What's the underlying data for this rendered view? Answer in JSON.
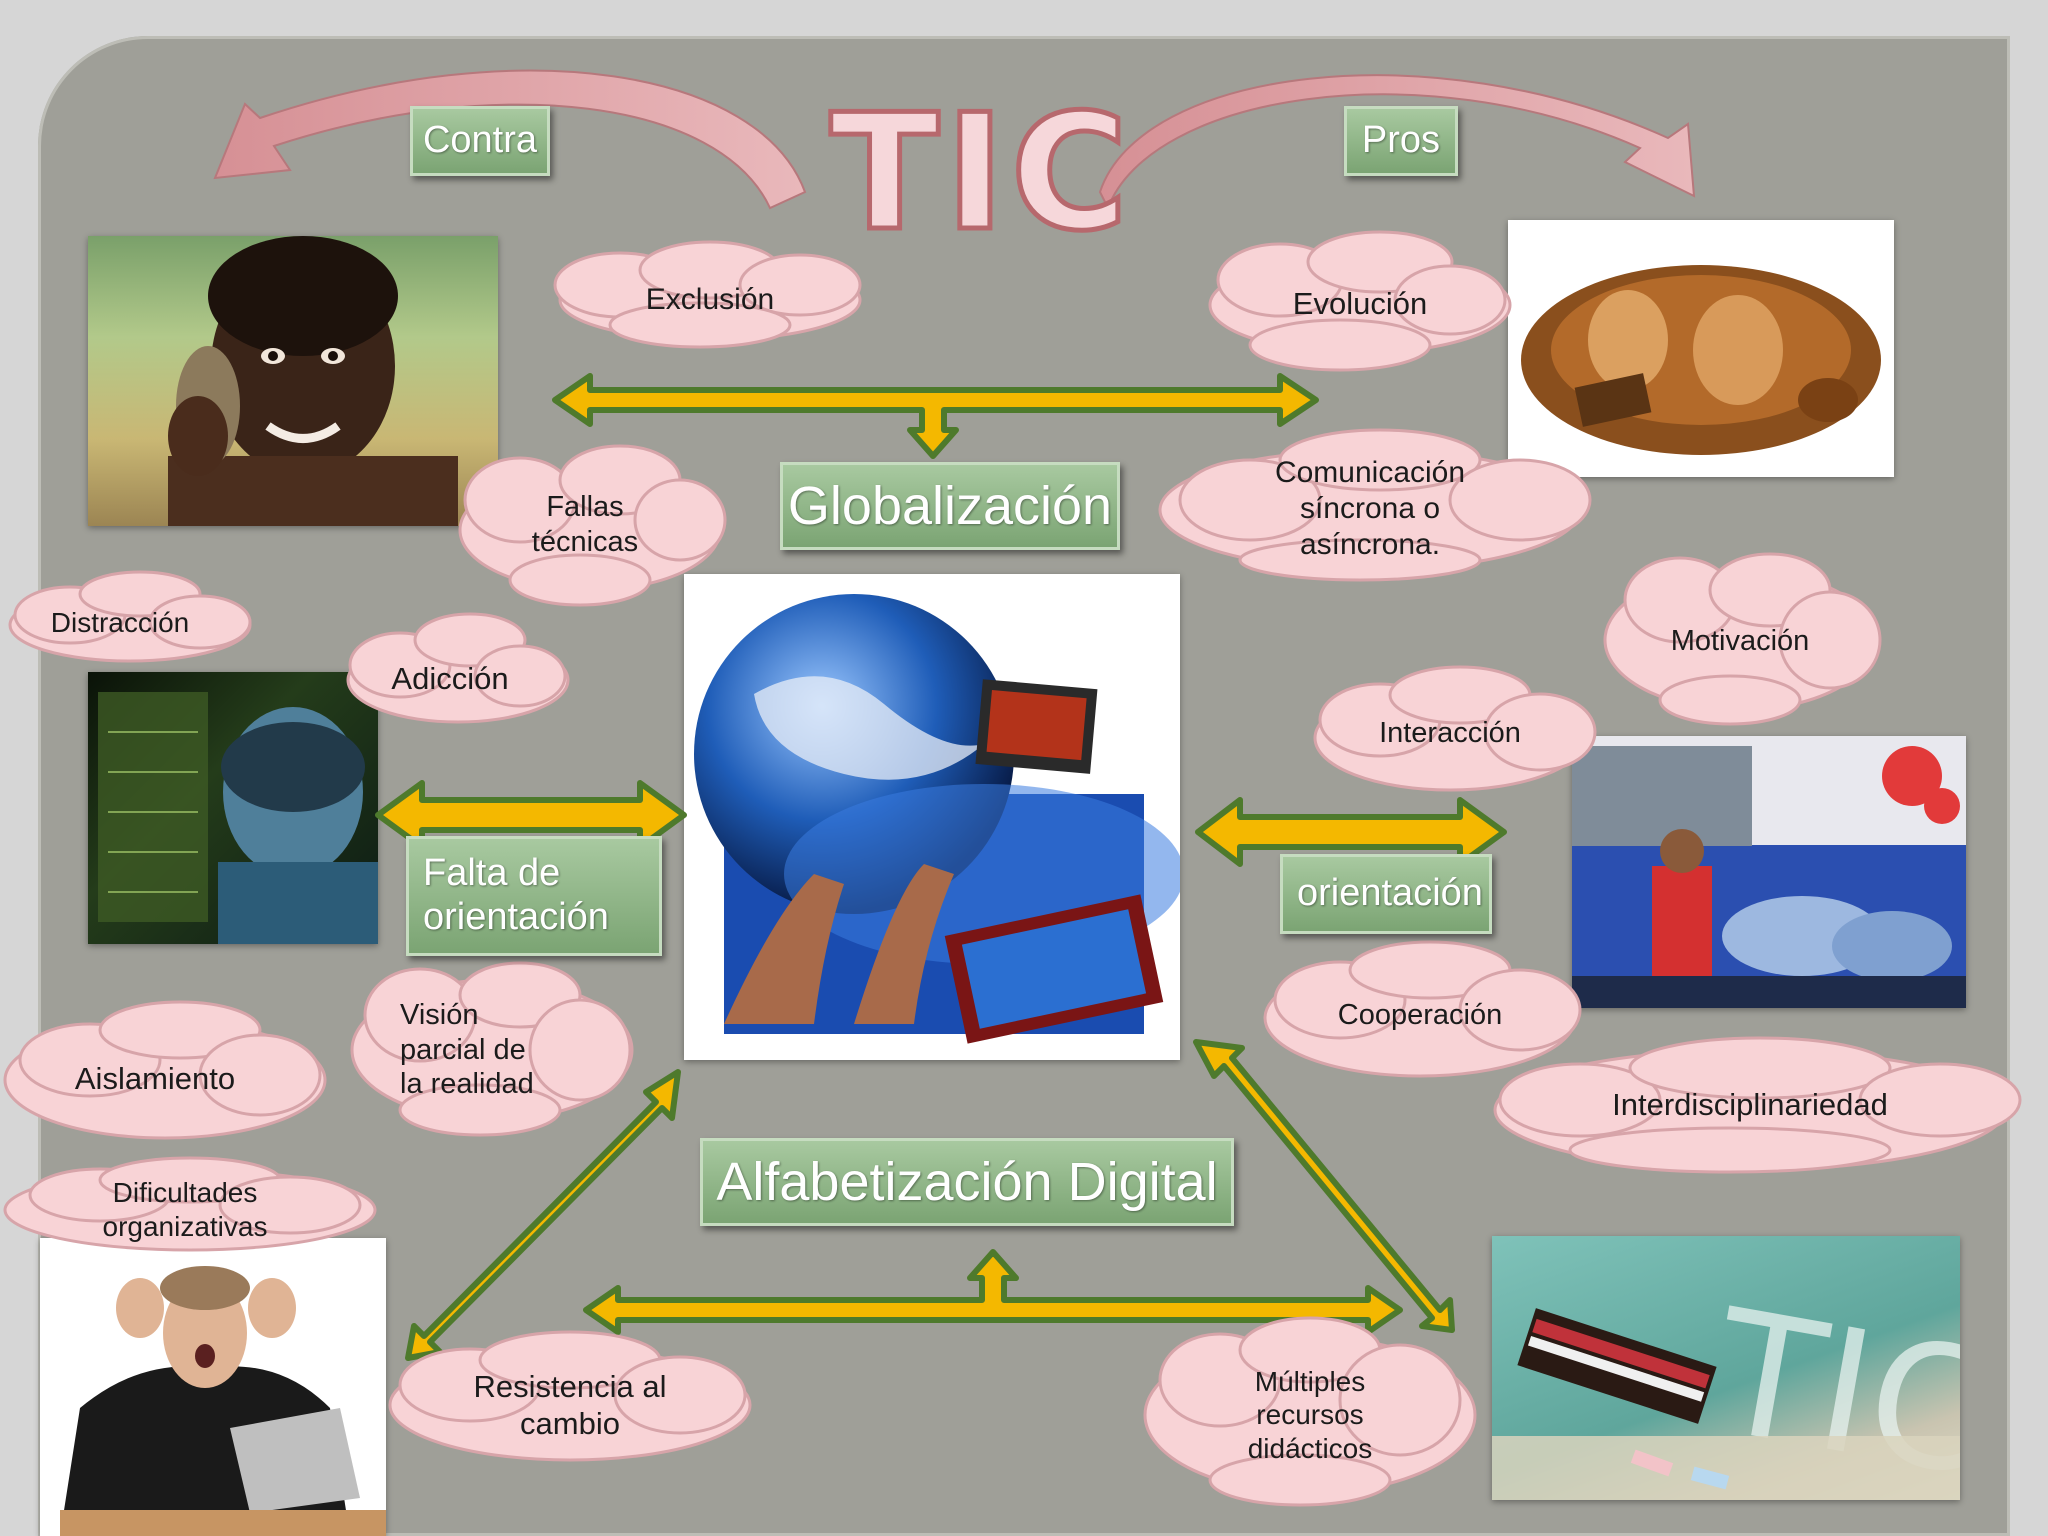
{
  "title": "TIC",
  "labels": {
    "contra": "Contra",
    "pros": "Pros",
    "globalizacion": "Globalización",
    "alfabetizacion": "Alfabetización Digital",
    "falta_orientacion": "Falta de\norientación",
    "orientacion": "orientación"
  },
  "contra_clouds": {
    "exclusion": "Exclusión",
    "fallas": "Fallas\ntécnicas",
    "distraccion": "Distracción",
    "adiccion": "Adicción",
    "vision": "Visión\nparcial de\nla realidad",
    "aislamiento": "Aislamiento",
    "dificultades": "Dificultades\norganizativas",
    "resistencia": "Resistencia al\ncambio"
  },
  "pros_clouds": {
    "evolucion": "Evolución",
    "comunicacion": "Comunicación\nsíncrona o\nasíncrona.",
    "motivacion": "Motivación",
    "interaccion": "Interacción",
    "cooperacion": "Cooperación",
    "interdisciplinariedad": "Interdisciplinariedad",
    "multiples": "Múltiples\nrecursos\ndidácticos"
  },
  "colors": {
    "panel": "#9f9f98",
    "cloud_fill": "#f8d3d6",
    "arrow_fill": "#f4b800",
    "arrow_stroke": "#4e7a2c",
    "green_box": "#8db585",
    "title_pink": "#f6d7da"
  },
  "images": {
    "child_phone": "photo-child-holding-stone",
    "caveman_laptop": "illustration-caveman-laptop",
    "kid_screen": "photo-child-at-screen",
    "globe": "illustration-globe-hands",
    "classroom": "photo-classroom",
    "stressed_man": "photo-stressed-man-laptop",
    "chalkboard": "photo-chalkboard-tic"
  }
}
